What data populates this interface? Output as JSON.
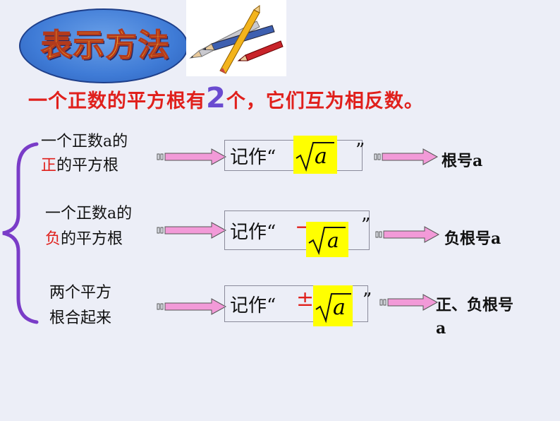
{
  "title": "表示方法",
  "headline": {
    "part1": "一个正数的平方根有",
    "count": "2",
    "part2": "个，它们互为相反数。"
  },
  "rows": [
    {
      "label_line1": "一个正数a的",
      "label_line2_red": "正",
      "label_line2_rest": "的平方根",
      "box_prefix": "记作“",
      "sign": "",
      "radicand": "a",
      "box_suffix": "”",
      "result": "根号a"
    },
    {
      "label_line1": "一个正数a的",
      "label_line2_red": "负",
      "label_line2_rest": "的平方根",
      "box_prefix": "记作“",
      "sign": "−",
      "radicand": "a",
      "box_suffix": "”",
      "result": "负根号a"
    },
    {
      "label_line1": "两个平方",
      "label_line2_red": "",
      "label_line2_rest": "根合起来",
      "box_prefix": "记作“",
      "sign": "±",
      "radicand": "a",
      "box_suffix": "”",
      "result_line1": "正、负根号",
      "result_line2": "a"
    }
  ],
  "colors": {
    "headline": "#e0201c",
    "brace": "#7a3cc8",
    "arrow_fill": "#f29ad8",
    "highlight": "#ffff00"
  }
}
